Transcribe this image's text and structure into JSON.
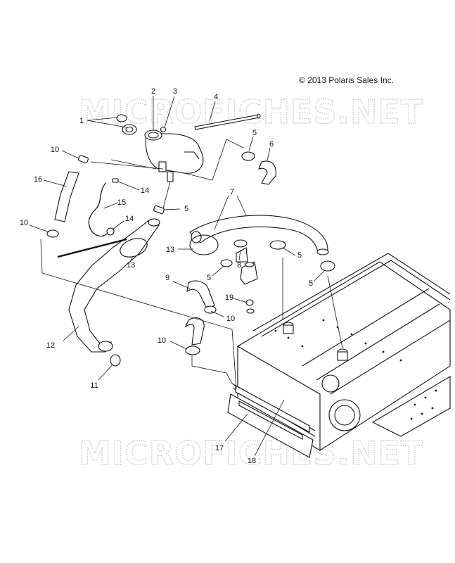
{
  "copyright": "© 2013 Polaris Sales Inc.",
  "watermark": "MICROFICHES.NET",
  "callouts": [
    {
      "id": "c1",
      "label": "1"
    },
    {
      "id": "c2",
      "label": "2"
    },
    {
      "id": "c3",
      "label": "3"
    },
    {
      "id": "c4",
      "label": "4"
    },
    {
      "id": "c5a",
      "label": "5"
    },
    {
      "id": "c6",
      "label": "6"
    },
    {
      "id": "c10a",
      "label": "10"
    },
    {
      "id": "c16",
      "label": "16"
    },
    {
      "id": "c14a",
      "label": "14"
    },
    {
      "id": "c15",
      "label": "15"
    },
    {
      "id": "c5b",
      "label": "5"
    },
    {
      "id": "c10b",
      "label": "10"
    },
    {
      "id": "c14b",
      "label": "14"
    },
    {
      "id": "c7",
      "label": "7"
    },
    {
      "id": "c13a",
      "label": "13"
    },
    {
      "id": "c13b",
      "label": "13"
    },
    {
      "id": "c8",
      "label": "8"
    },
    {
      "id": "c5c",
      "label": "5"
    },
    {
      "id": "c5d",
      "label": "5"
    },
    {
      "id": "c9",
      "label": "9"
    },
    {
      "id": "c5e",
      "label": "5"
    },
    {
      "id": "c19",
      "label": "19"
    },
    {
      "id": "c10c",
      "label": "10"
    },
    {
      "id": "c12",
      "label": "12"
    },
    {
      "id": "c10d",
      "label": "10"
    },
    {
      "id": "c11",
      "label": "11"
    },
    {
      "id": "c17",
      "label": "17"
    },
    {
      "id": "c18",
      "label": "18"
    }
  ]
}
